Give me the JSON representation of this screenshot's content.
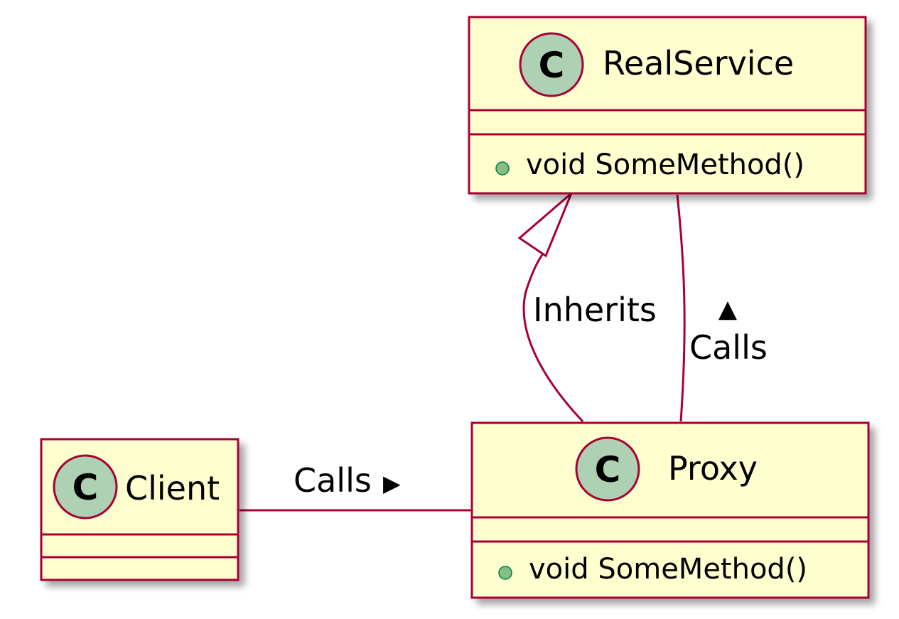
{
  "classes": {
    "real_service": {
      "name": "RealService",
      "stereotype_letter": "C",
      "methods": [
        "void SomeMethod()"
      ]
    },
    "proxy": {
      "name": "Proxy",
      "stereotype_letter": "C",
      "methods": [
        "void SomeMethod()"
      ]
    },
    "client": {
      "name": "Client",
      "stereotype_letter": "C",
      "methods": []
    }
  },
  "relations": {
    "inherits": {
      "label": "Inherits",
      "from": "Proxy",
      "to": "RealService",
      "kind": "generalization"
    },
    "proxy_calls_real": {
      "label": "Calls",
      "direction_glyph": "▲",
      "from": "Proxy",
      "to": "RealService",
      "kind": "association"
    },
    "client_calls_proxy": {
      "label": "Calls",
      "direction_glyph": "▶",
      "from": "Client",
      "to": "Proxy",
      "kind": "association"
    }
  },
  "colors": {
    "class_fill": "#FEFECE",
    "border": "#A80036",
    "circle_fill": "#ADD1B2",
    "method_marker": "#84BE84",
    "text": "#000000"
  }
}
